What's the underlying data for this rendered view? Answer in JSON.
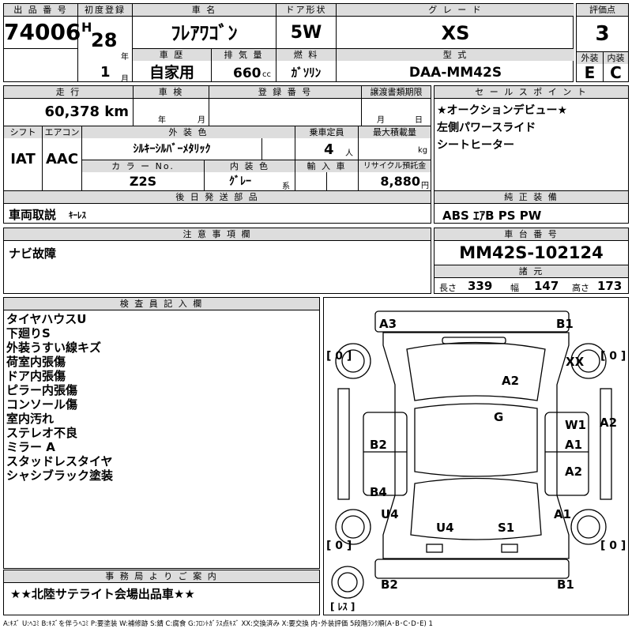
{
  "header": {
    "lot_label": "出 品 番 号",
    "lot_no": "74006",
    "first_reg_label": "初度登録",
    "era": "H",
    "reg_year": "28",
    "year_unit": "年",
    "reg_month": "1",
    "month_unit": "月",
    "car_name_label": "車 名",
    "car_name": "ﾌﾚｱﾜｺﾞﾝ",
    "door_label": "ドア形状",
    "door": "5W",
    "grade_label": "グ レ ー ド",
    "grade": "XS",
    "score_label": "評価点",
    "score": "3",
    "history_label": "車 歴",
    "history": "自家用",
    "displacement_label": "排 気 量",
    "displacement": "660",
    "displacement_unit": "cc",
    "fuel_label": "燃 料",
    "fuel": "ｶﾞｿﾘﾝ",
    "model_label": "型 式",
    "model": "DAA-MM42S",
    "exterior_label": "外装",
    "exterior": "E",
    "interior_label": "内装",
    "interior": "C"
  },
  "spec": {
    "mileage_label": "走 行",
    "mileage": "60,378 km",
    "inspection_label": "車 検",
    "insp_year_unit": "年",
    "insp_month_unit": "月",
    "reg_no_label": "登 録 番 号",
    "transfer_label": "譲渡書類期限",
    "transfer_month_unit": "月",
    "transfer_day_unit": "日",
    "shift_label": "シフト",
    "shift": "IAT",
    "ac_label": "エアコン",
    "ac": "AAC",
    "color_label": "外 装 色",
    "color": "ｼﾙｷｰｼﾙﾊﾞｰﾒﾀﾘｯｸ",
    "capacity_label": "乗車定員",
    "capacity": "4",
    "capacity_unit": "人",
    "load_label": "最大積載量",
    "load_unit": "kg",
    "color_no_label": "カ ラ ー No.",
    "color_no": "Z2S",
    "int_color_label": "内 装 色",
    "int_color": "ｸﾞﾚｰ",
    "int_color_unit": "系",
    "import_label": "輸 入 車",
    "recycle_label": "リサイクル預託金",
    "recycle": "8,880",
    "recycle_unit": "円"
  },
  "points": {
    "title": "セ ー ル ス ポ イ ン ト",
    "lines": [
      "★オークションデビュー★",
      "左側パワースライド",
      "シートヒーター"
    ]
  },
  "later_parts": {
    "title": "後 日 発 送 部 品",
    "item_main": "車両取説",
    "item_sub": "ｷｰﾚｽ"
  },
  "equipment": {
    "title": "純 正 装 備",
    "value": "ABS ｴｱB PS PW"
  },
  "notes": {
    "title": "注 意 事 項 欄",
    "value": "ナビ故障"
  },
  "chassis": {
    "title": "車 台 番 号",
    "value": "MM42S-102124",
    "dims_title": "諸 元",
    "length_label": "長さ",
    "length": "339",
    "width_label": "幅",
    "width": "147",
    "height_label": "高さ",
    "height": "173"
  },
  "inspector": {
    "title": "検 査 員 記 入 欄",
    "lines": [
      "タイヤハウスU",
      "下廻りS",
      "外装うすい線キズ",
      "荷室内張傷",
      "ドア内張傷",
      "ピラー内張傷",
      "コンソール傷",
      "室内汚れ",
      "ステレオ不良",
      "ミラー A",
      "スタッドレスタイヤ",
      "シャシブラック塗装"
    ]
  },
  "office": {
    "title": "事 務 局 よ り ご 案 内",
    "value": "★★北陸サテライト会場出品車★★"
  },
  "diagram": {
    "marks": [
      "A3",
      "B1",
      "XX",
      "A2",
      "G",
      "W1",
      "A2",
      "A1",
      "B2",
      "A2",
      "B4",
      "U4",
      "A1",
      "U4",
      "S1",
      "B2",
      "B1"
    ],
    "tire_values": [
      "[ 0 ]",
      "[ 0 ]",
      "[ 0 ]",
      "[ 0 ]"
    ],
    "spare_label": "[ ﾚｽ ]"
  },
  "legend": "A:ｷｽﾞ U:ﾍｺﾐ B:ｷｽﾞを伴うﾍｺﾐ P:要塗装 W:補修跡 S:錆 C:腐食 G:ﾌﾛﾝﾄｶﾞﾗｽ点ｷｽﾞ XX:交換済み X:要交換 内･外装評価 5段階ﾗﾝｸ順(A･B･C･D･E) 1"
}
